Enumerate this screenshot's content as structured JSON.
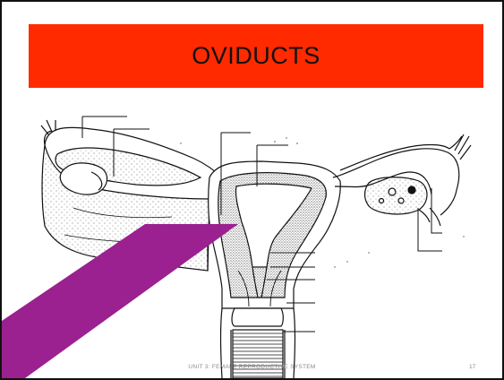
{
  "slide": {
    "title": "OVIDUCTS",
    "footer_text": "UNIT 3:   FEMALE REPRODUCTIVE SYSTEM",
    "page_number": "17"
  },
  "colors": {
    "title_bar": "#ff2a00",
    "overlay_arrow": "#9b2090",
    "line_art": "#111111"
  },
  "icons": [
    "uterus-diagram-illustration",
    "purple-arrow-overlay"
  ]
}
